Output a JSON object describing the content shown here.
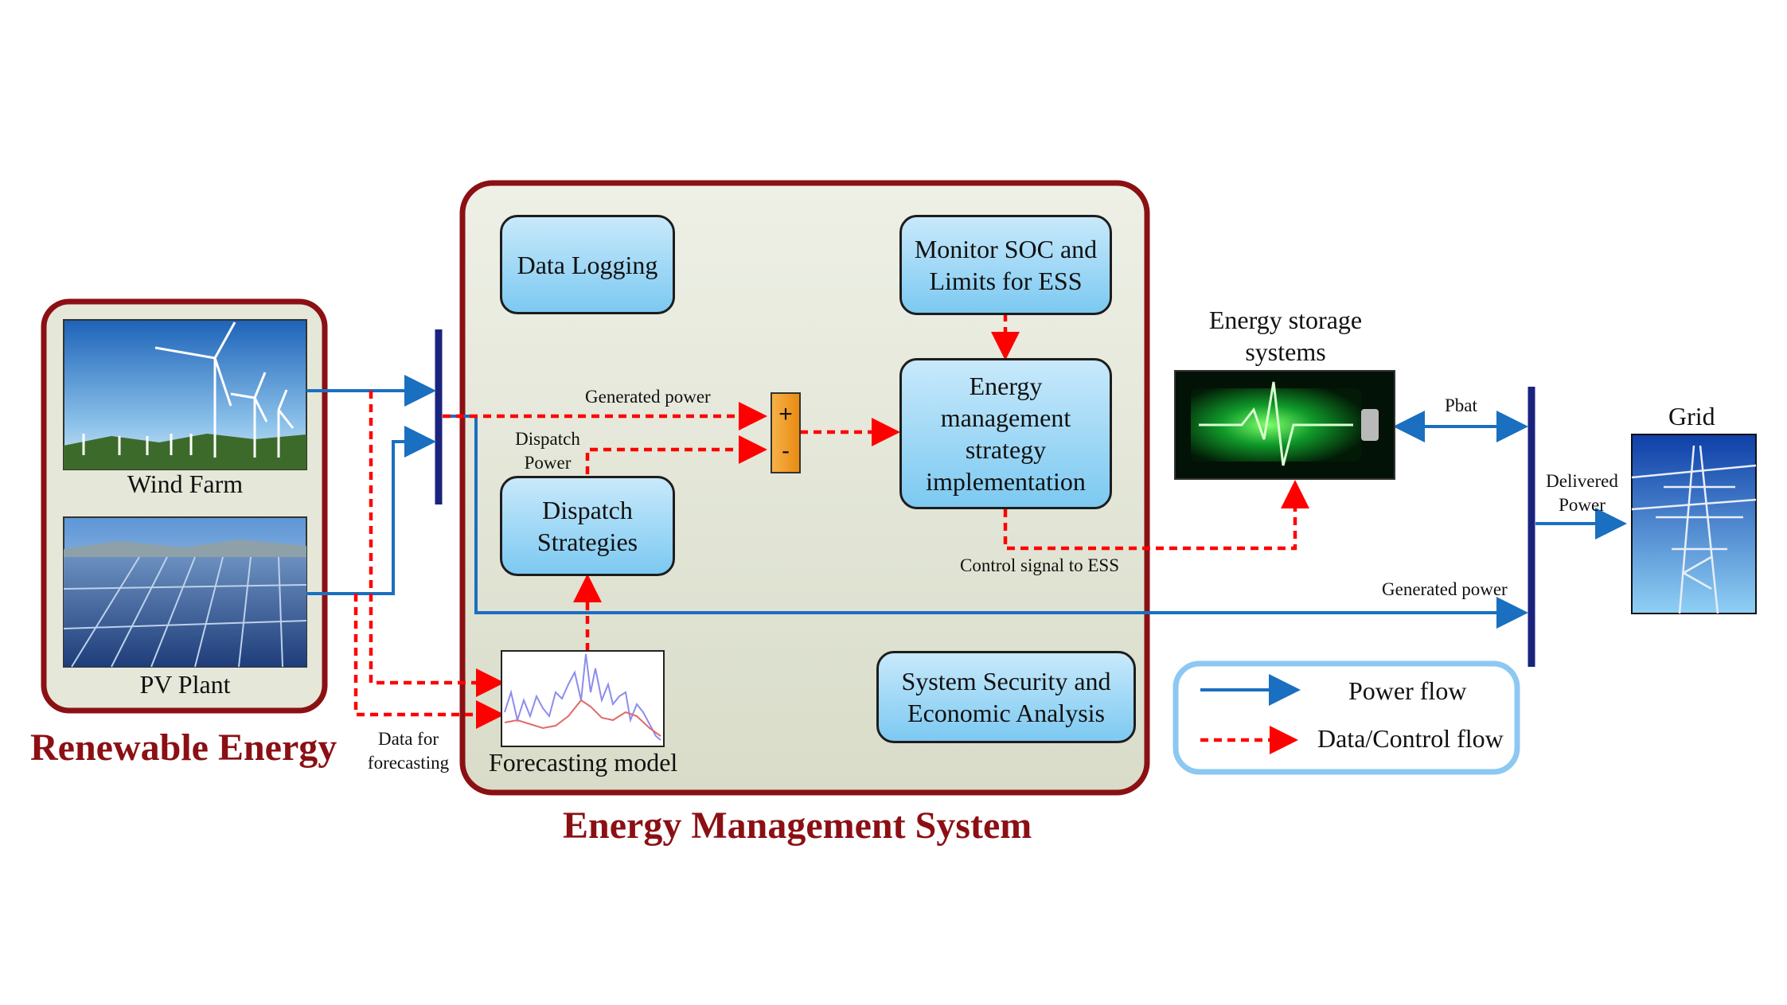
{
  "sections": {
    "renewable_title": "Renewable Energy",
    "ems_title": "Energy Management System"
  },
  "sources": {
    "wind_label": "Wind Farm",
    "pv_label": "PV Plant",
    "forecast_data_label": "Data for forecasting"
  },
  "ems": {
    "data_logging": "Data Logging",
    "monitor_soc": "Monitor SOC and Limits for ESS",
    "ems_impl": "Energy management strategy implementation",
    "dispatch_strategies": "Dispatch Strategies",
    "security": "System Security and Economic Analysis",
    "forecasting_model": "Forecasting model",
    "generated_power": "Generated power",
    "dispatch_power": "Dispatch Power",
    "control_signal": "Control signal to ESS",
    "sum_plus": "+",
    "sum_minus": "-"
  },
  "storage": {
    "label": "Energy storage systems",
    "pbat": "Pbat"
  },
  "grid": {
    "label": "Grid",
    "delivered_power": "Delivered Power",
    "generated_power": "Generated power"
  },
  "legend": {
    "power_flow": "Power flow",
    "data_flow": "Data/Control flow"
  },
  "colors": {
    "power_flow": "#1a6fc0",
    "data_flow": "#ff0000",
    "frame": "#8b1014",
    "bus": "#1a237e"
  }
}
